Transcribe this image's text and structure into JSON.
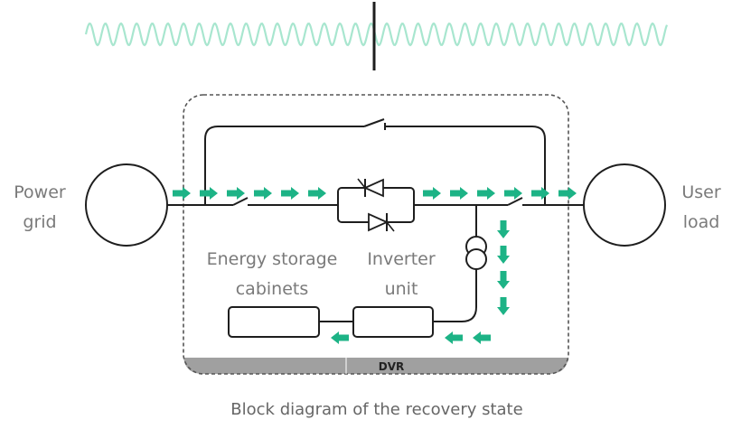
{
  "labels": {
    "power_grid": [
      "Power",
      "grid"
    ],
    "user_load": [
      "User",
      "load"
    ],
    "energy_storage": [
      "Energy storage",
      "cabinets"
    ],
    "inverter": [
      "Inverter",
      "unit"
    ],
    "dvr": "DVR",
    "caption": "Block diagram of the recovery state"
  },
  "colors": {
    "wave": "#a8e6cf",
    "arrow": "#1db386",
    "frame": "#555555",
    "bar": "#a0a0a0"
  }
}
